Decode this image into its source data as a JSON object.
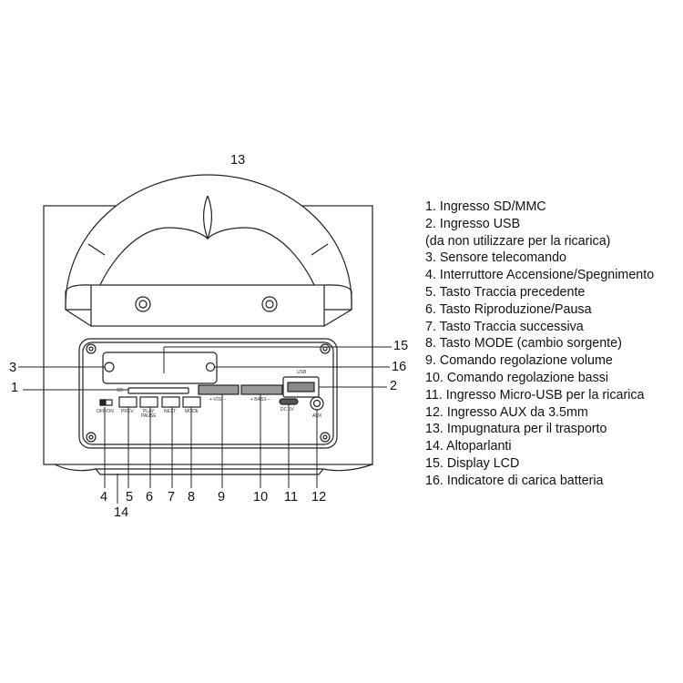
{
  "callouts": [
    "1",
    "2",
    "3",
    "4",
    "5",
    "6",
    "7",
    "8",
    "9",
    "10",
    "11",
    "12",
    "13",
    "14",
    "15",
    "16"
  ],
  "panel_labels": {
    "sd": "SD",
    "switch": "OFF/ON",
    "prev": "PREV",
    "play": "PLAY",
    "pause": "PAUSE",
    "next": "NEXT",
    "mode": "MODE",
    "vol": "+ VOL –",
    "bass": "+ BASS –",
    "usb": "USB",
    "dc": "DC 5V",
    "aux": "AUX"
  },
  "legend": [
    "1. Ingresso SD/MMC",
    "2. Ingresso USB",
    "(da non utilizzare per la ricarica)",
    "3. Sensore telecomando",
    "4. Interruttore Accensione/Spegnimento",
    "5. Tasto Traccia precedente",
    "6. Tasto Riproduzione/Pausa",
    "7. Tasto Traccia successiva",
    "8. Tasto MODE (cambio sorgente)",
    "9. Comando regolazione volume",
    "10. Comando regolazione bassi",
    "11. Ingresso Micro-USB per la ricarica",
    "12. Ingresso AUX da 3.5mm",
    "13. Impugnatura per il trasporto",
    "14. Altoparlanti",
    "15. Display LCD",
    "16. Indicatore di carica batteria"
  ]
}
